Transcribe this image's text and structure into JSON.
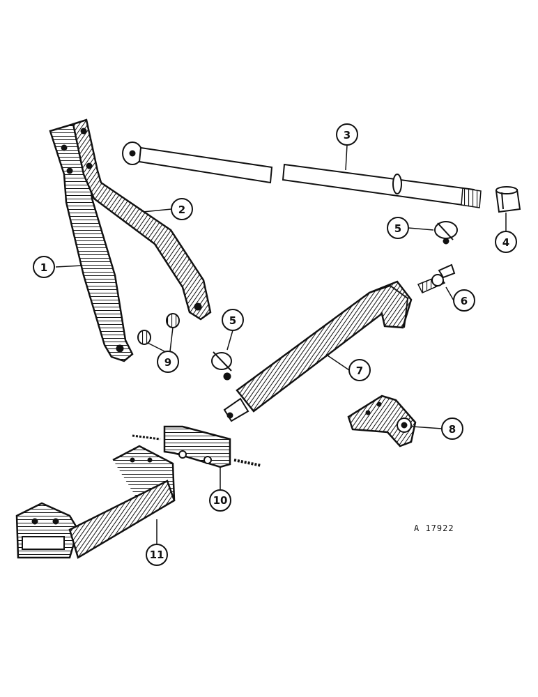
{
  "diagram": {
    "reference_code": "A 17922",
    "callouts": [
      "1",
      "2",
      "3",
      "4",
      "5",
      "5",
      "6",
      "7",
      "8",
      "9",
      "10",
      "11"
    ],
    "parts": [
      {
        "name": "lower-link-left",
        "callout": "1"
      },
      {
        "name": "lower-link-right",
        "callout": "2"
      },
      {
        "name": "top-link-rod",
        "callout": "3"
      },
      {
        "name": "sleeve",
        "callout": "4"
      },
      {
        "name": "linch-pin",
        "callout": "5"
      },
      {
        "name": "stud",
        "callout": "6"
      },
      {
        "name": "drawbar",
        "callout": "7"
      },
      {
        "name": "bracket",
        "callout": "8"
      },
      {
        "name": "bushing",
        "callout": "9"
      },
      {
        "name": "clamp-plate",
        "callout": "10"
      },
      {
        "name": "support-frame",
        "callout": "11"
      }
    ]
  }
}
